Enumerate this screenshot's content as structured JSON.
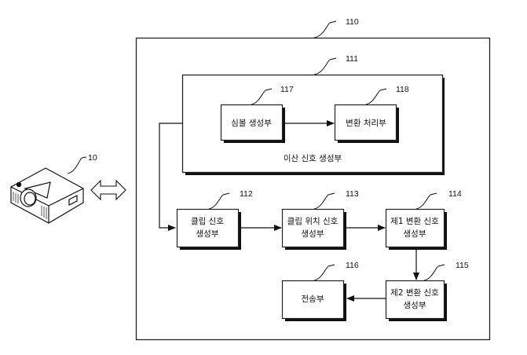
{
  "diagram": {
    "device": {
      "ref": "10",
      "name": "projector"
    },
    "outer_box": {
      "ref": "110"
    },
    "discrete_group": {
      "ref": "111",
      "label": "이산 신호 생성부"
    },
    "blocks": {
      "b117": {
        "ref": "117",
        "lines": [
          "심볼 생성부"
        ]
      },
      "b118": {
        "ref": "118",
        "lines": [
          "변환 처리부"
        ]
      },
      "b112": {
        "ref": "112",
        "lines": [
          "클립 신호",
          "생성부"
        ]
      },
      "b113": {
        "ref": "113",
        "lines": [
          "클립 위치 신호",
          "생성부"
        ]
      },
      "b114": {
        "ref": "114",
        "lines": [
          "제1 변환 신호",
          "생성부"
        ]
      },
      "b115": {
        "ref": "115",
        "lines": [
          "제2 변환 신호",
          "생성부"
        ]
      },
      "b116": {
        "ref": "116",
        "lines": [
          "전송부"
        ]
      }
    },
    "connections": [
      {
        "from": "117",
        "to": "118"
      },
      {
        "from": "111",
        "to": "112"
      },
      {
        "from": "112",
        "to": "113"
      },
      {
        "from": "113",
        "to": "114"
      },
      {
        "from": "114",
        "to": "115"
      },
      {
        "from": "115",
        "to": "116"
      },
      {
        "from": "10",
        "to": "110",
        "bidirectional": true
      }
    ]
  }
}
